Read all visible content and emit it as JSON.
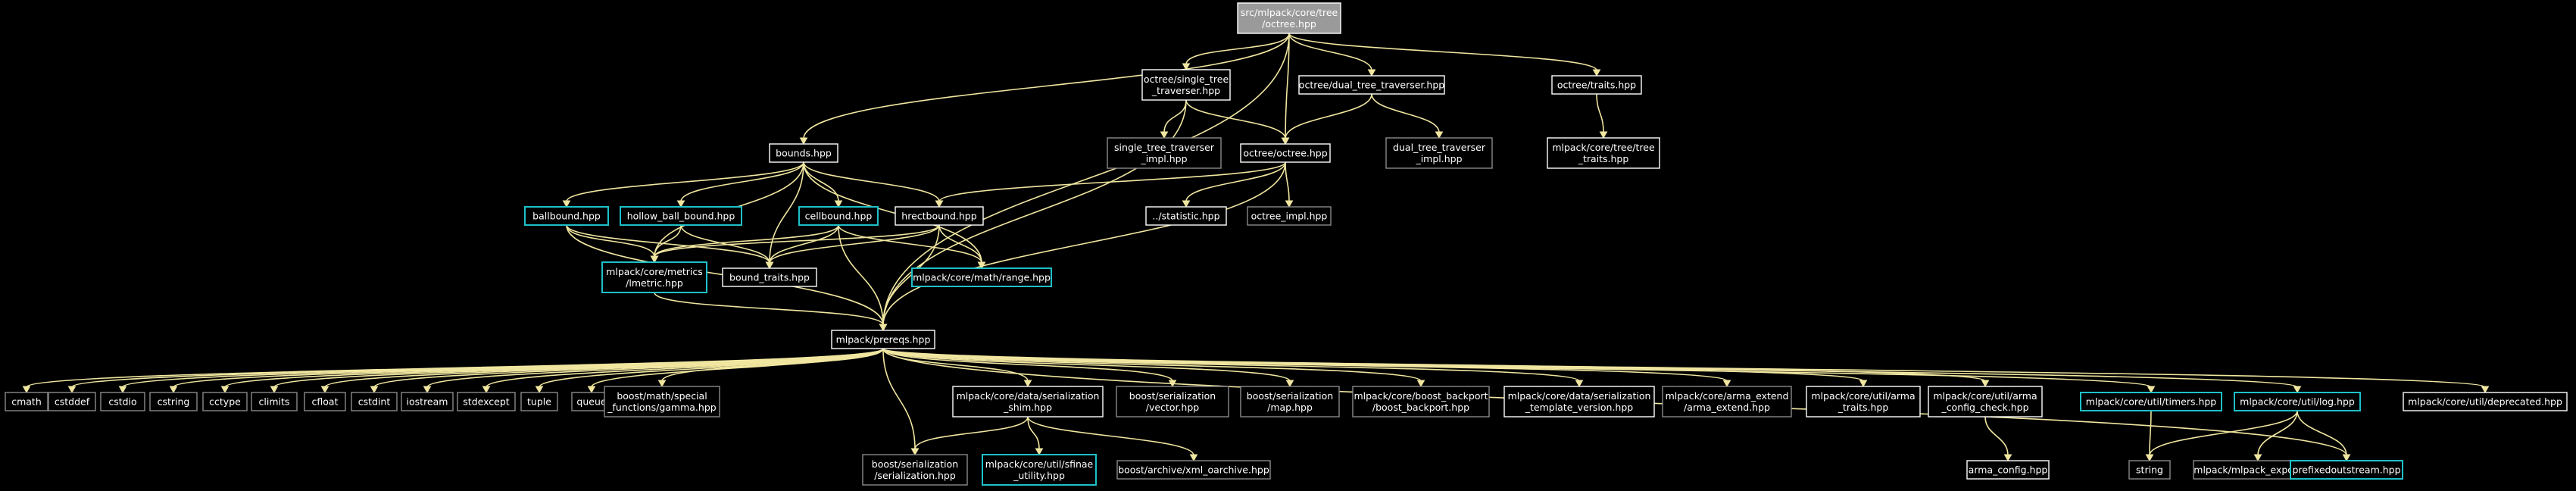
{
  "diagram": {
    "title": "",
    "colors": {
      "background": "#000000",
      "text": "#ffffff",
      "edge": "#f0e6a0",
      "root_fill": "#9a9a9a",
      "border_white": "#ffffff",
      "border_gray": "#8a8a8a",
      "border_cyan": "#1ec0c8"
    },
    "nodes": [
      {
        "id": "root",
        "lines": [
          "src/mlpack/core/tree",
          "/octree.hpp"
        ],
        "style": "root"
      },
      {
        "id": "single",
        "lines": [
          "octree/single_tree",
          "_traverser.hpp"
        ],
        "style": "white"
      },
      {
        "id": "dual",
        "lines": [
          "octree/dual_tree_traverser.hpp"
        ],
        "style": "white"
      },
      {
        "id": "traits",
        "lines": [
          "octree/traits.hpp"
        ],
        "style": "white"
      },
      {
        "id": "treetraits",
        "lines": [
          "mlpack/core/tree/tree",
          "_traits.hpp"
        ],
        "style": "white"
      },
      {
        "id": "bounds",
        "lines": [
          "bounds.hpp"
        ],
        "style": "white"
      },
      {
        "id": "stimpl",
        "lines": [
          "single_tree_traverser",
          "_impl.hpp"
        ],
        "style": "gray"
      },
      {
        "id": "octreeo",
        "lines": [
          "octree/octree.hpp"
        ],
        "style": "white"
      },
      {
        "id": "dtimpl",
        "lines": [
          "dual_tree_traverser",
          "_impl.hpp"
        ],
        "style": "gray"
      },
      {
        "id": "ballbound",
        "lines": [
          "ballbound.hpp"
        ],
        "style": "cyan"
      },
      {
        "id": "hollow",
        "lines": [
          "hollow_ball_bound.hpp"
        ],
        "style": "cyan"
      },
      {
        "id": "cellbound",
        "lines": [
          "cellbound.hpp"
        ],
        "style": "cyan"
      },
      {
        "id": "hrect",
        "lines": [
          "hrectbound.hpp"
        ],
        "style": "white"
      },
      {
        "id": "statistic",
        "lines": [
          "../statistic.hpp"
        ],
        "style": "white"
      },
      {
        "id": "octimpl",
        "lines": [
          "octree_impl.hpp"
        ],
        "style": "gray"
      },
      {
        "id": "lmetric",
        "lines": [
          "mlpack/core/metrics",
          "/lmetric.hpp"
        ],
        "style": "cyan"
      },
      {
        "id": "boundtraits",
        "lines": [
          "bound_traits.hpp"
        ],
        "style": "white"
      },
      {
        "id": "range",
        "lines": [
          "mlpack/core/math/range.hpp"
        ],
        "style": "cyan"
      },
      {
        "id": "prereqs",
        "lines": [
          "mlpack/prereqs.hpp"
        ],
        "style": "white"
      },
      {
        "id": "cmath",
        "lines": [
          "cmath"
        ],
        "style": "gray"
      },
      {
        "id": "cstddef",
        "lines": [
          "cstddef"
        ],
        "style": "gray"
      },
      {
        "id": "cstdio",
        "lines": [
          "cstdio"
        ],
        "style": "gray"
      },
      {
        "id": "cstring",
        "lines": [
          "cstring"
        ],
        "style": "gray"
      },
      {
        "id": "cctype",
        "lines": [
          "cctype"
        ],
        "style": "gray"
      },
      {
        "id": "climits",
        "lines": [
          "climits"
        ],
        "style": "gray"
      },
      {
        "id": "cfloat",
        "lines": [
          "cfloat"
        ],
        "style": "gray"
      },
      {
        "id": "cstdint",
        "lines": [
          "cstdint"
        ],
        "style": "gray"
      },
      {
        "id": "iostream",
        "lines": [
          "iostream"
        ],
        "style": "gray"
      },
      {
        "id": "stdexcept",
        "lines": [
          "stdexcept"
        ],
        "style": "gray"
      },
      {
        "id": "tuple",
        "lines": [
          "tuple"
        ],
        "style": "gray"
      },
      {
        "id": "queue",
        "lines": [
          "queue"
        ],
        "style": "gray"
      },
      {
        "id": "gamma",
        "lines": [
          "boost/math/special",
          "_functions/gamma.hpp"
        ],
        "style": "gray"
      },
      {
        "id": "shim",
        "lines": [
          "mlpack/core/data/serialization",
          "_shim.hpp"
        ],
        "style": "white"
      },
      {
        "id": "bvector",
        "lines": [
          "boost/serialization",
          "/vector.hpp"
        ],
        "style": "gray"
      },
      {
        "id": "bmap",
        "lines": [
          "boost/serialization",
          "/map.hpp"
        ],
        "style": "gray"
      },
      {
        "id": "backport",
        "lines": [
          "mlpack/core/boost_backport",
          "/boost_backport.hpp"
        ],
        "style": "gray"
      },
      {
        "id": "tmplver",
        "lines": [
          "mlpack/core/data/serialization",
          "_template_version.hpp"
        ],
        "style": "white"
      },
      {
        "id": "armaext",
        "lines": [
          "mlpack/core/arma_extend",
          "/arma_extend.hpp"
        ],
        "style": "gray"
      },
      {
        "id": "armatraits",
        "lines": [
          "mlpack/core/util/arma",
          "_traits.hpp"
        ],
        "style": "white"
      },
      {
        "id": "armacfg",
        "lines": [
          "mlpack/core/util/arma",
          "_config_check.hpp"
        ],
        "style": "white"
      },
      {
        "id": "timers",
        "lines": [
          "mlpack/core/util/timers.hpp"
        ],
        "style": "cyan"
      },
      {
        "id": "log",
        "lines": [
          "mlpack/core/util/log.hpp"
        ],
        "style": "cyan"
      },
      {
        "id": "deprecated",
        "lines": [
          "mlpack/core/util/deprecated.hpp"
        ],
        "style": "white"
      },
      {
        "id": "bser",
        "lines": [
          "boost/serialization",
          "/serialization.hpp"
        ],
        "style": "gray"
      },
      {
        "id": "sfinae",
        "lines": [
          "mlpack/core/util/sfinae",
          "_utility.hpp"
        ],
        "style": "cyan"
      },
      {
        "id": "xml",
        "lines": [
          "boost/archive/xml_oarchive.hpp"
        ],
        "style": "gray"
      },
      {
        "id": "armaconfig",
        "lines": [
          "arma_config.hpp"
        ],
        "style": "white"
      },
      {
        "id": "string",
        "lines": [
          "string"
        ],
        "style": "gray"
      },
      {
        "id": "export",
        "lines": [
          "mlpack/mlpack_export.hpp"
        ],
        "style": "gray"
      },
      {
        "id": "prefixed",
        "lines": [
          "prefixedoutstream.hpp"
        ],
        "style": "cyan"
      }
    ],
    "edges": [
      [
        "root",
        "single"
      ],
      [
        "root",
        "dual"
      ],
      [
        "root",
        "traits"
      ],
      [
        "root",
        "bounds"
      ],
      [
        "root",
        "octreeo"
      ],
      [
        "root",
        "prereqs"
      ],
      [
        "traits",
        "treetraits"
      ],
      [
        "single",
        "stimpl"
      ],
      [
        "single",
        "octreeo"
      ],
      [
        "single",
        "prereqs"
      ],
      [
        "dual",
        "dtimpl"
      ],
      [
        "dual",
        "octreeo"
      ],
      [
        "octreeo",
        "hrect"
      ],
      [
        "octreeo",
        "statistic"
      ],
      [
        "octreeo",
        "octimpl"
      ],
      [
        "octreeo",
        "prereqs"
      ],
      [
        "bounds",
        "ballbound"
      ],
      [
        "bounds",
        "hollow"
      ],
      [
        "bounds",
        "cellbound"
      ],
      [
        "bounds",
        "hrect"
      ],
      [
        "bounds",
        "lmetric"
      ],
      [
        "bounds",
        "boundtraits"
      ],
      [
        "bounds",
        "range"
      ],
      [
        "ballbound",
        "lmetric"
      ],
      [
        "ballbound",
        "boundtraits"
      ],
      [
        "ballbound",
        "prereqs"
      ],
      [
        "hollow",
        "lmetric"
      ],
      [
        "hollow",
        "boundtraits"
      ],
      [
        "cellbound",
        "lmetric"
      ],
      [
        "cellbound",
        "boundtraits"
      ],
      [
        "cellbound",
        "range"
      ],
      [
        "cellbound",
        "prereqs"
      ],
      [
        "hrect",
        "lmetric"
      ],
      [
        "hrect",
        "boundtraits"
      ],
      [
        "hrect",
        "range"
      ],
      [
        "hrect",
        "prereqs"
      ],
      [
        "lmetric",
        "prereqs"
      ],
      [
        "prereqs",
        "cmath"
      ],
      [
        "prereqs",
        "cstddef"
      ],
      [
        "prereqs",
        "cstdio"
      ],
      [
        "prereqs",
        "cstring"
      ],
      [
        "prereqs",
        "cctype"
      ],
      [
        "prereqs",
        "climits"
      ],
      [
        "prereqs",
        "cfloat"
      ],
      [
        "prereqs",
        "cstdint"
      ],
      [
        "prereqs",
        "iostream"
      ],
      [
        "prereqs",
        "stdexcept"
      ],
      [
        "prereqs",
        "tuple"
      ],
      [
        "prereqs",
        "queue"
      ],
      [
        "prereqs",
        "gamma"
      ],
      [
        "prereqs",
        "shim"
      ],
      [
        "prereqs",
        "bvector"
      ],
      [
        "prereqs",
        "bmap"
      ],
      [
        "prereqs",
        "backport"
      ],
      [
        "prereqs",
        "tmplver"
      ],
      [
        "prereqs",
        "armaext"
      ],
      [
        "prereqs",
        "armatraits"
      ],
      [
        "prereqs",
        "armacfg"
      ],
      [
        "prereqs",
        "timers"
      ],
      [
        "prereqs",
        "log"
      ],
      [
        "prereqs",
        "deprecated"
      ],
      [
        "prereqs",
        "bser"
      ],
      [
        "prereqs",
        "prefixed"
      ],
      [
        "shim",
        "bser"
      ],
      [
        "shim",
        "sfinae"
      ],
      [
        "shim",
        "xml"
      ],
      [
        "armacfg",
        "armaconfig"
      ],
      [
        "timers",
        "string"
      ],
      [
        "log",
        "string"
      ],
      [
        "log",
        "export"
      ],
      [
        "log",
        "prefixed"
      ]
    ]
  }
}
